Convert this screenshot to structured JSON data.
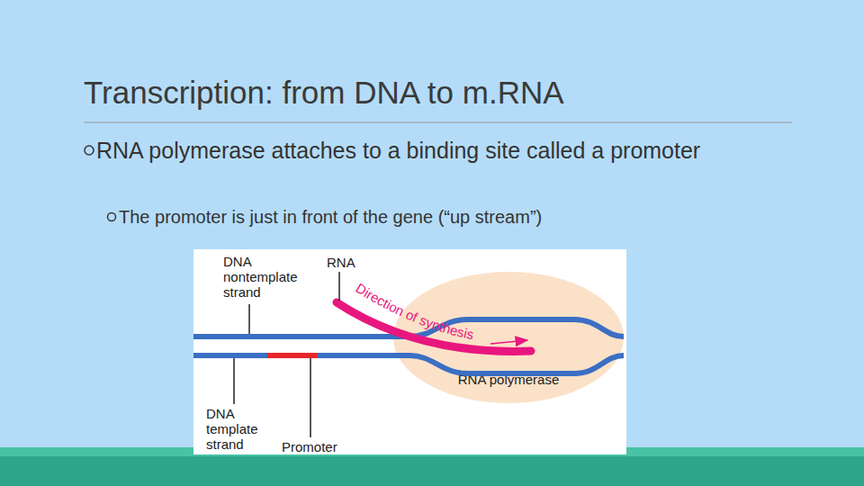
{
  "diagram": {
    "title": "Transcription: from DNA to m.RNA",
    "nodes": [
      {
        "text": [
          "RNA polymerase"
        ]
      }
    ],
    "labels": [
      "RNA polymerase attaches to a binding site called a promoter",
      "The promoter is just in front of the gene (“up stream”)",
      "DNA nontemplate strand",
      "RNA",
      "Direction of synthesis",
      "DNA template strand",
      "Promoter"
    ]
  }
}
